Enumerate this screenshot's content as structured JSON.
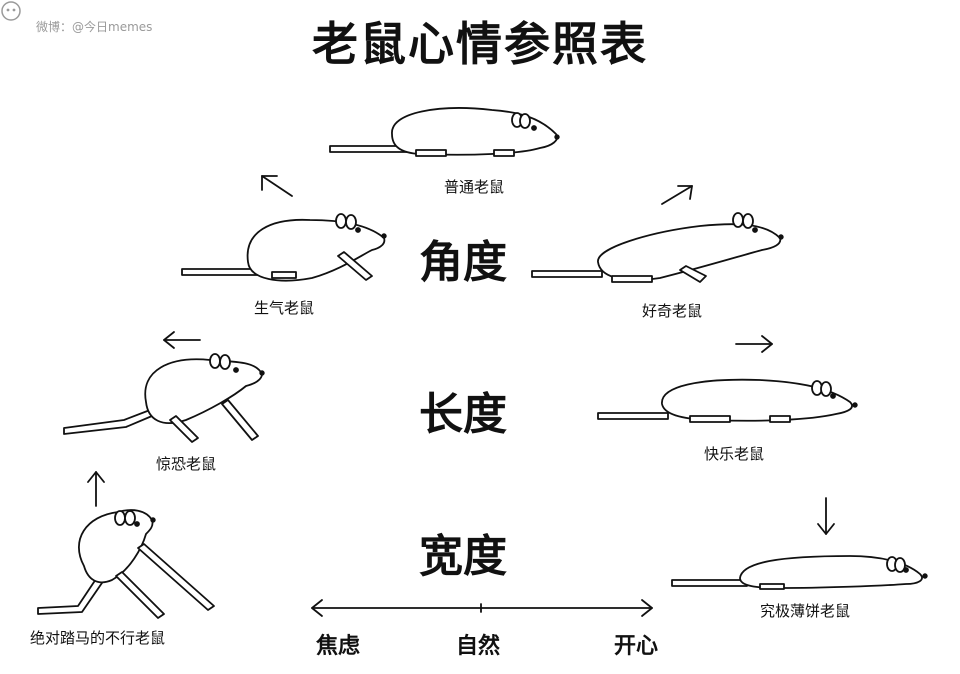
{
  "title": "老鼠心情参照表",
  "watermark": "微博：@今日memes",
  "colors": {
    "ink": "#111111",
    "fill": "#ffffff",
    "muted": "#9a9a9a"
  },
  "dimensions": {
    "angle": "角度",
    "length": "长度",
    "width": "宽度"
  },
  "mice": {
    "normal": "普通老鼠",
    "angry": "生气老鼠",
    "curious": "好奇老鼠",
    "scared": "惊恐老鼠",
    "happy": "快乐老鼠",
    "extreme_scared": "绝对踏马的不行老鼠",
    "pancake": "究极薄饼老鼠"
  },
  "scale": {
    "left": "焦虑",
    "middle": "自然",
    "right": "开心"
  }
}
